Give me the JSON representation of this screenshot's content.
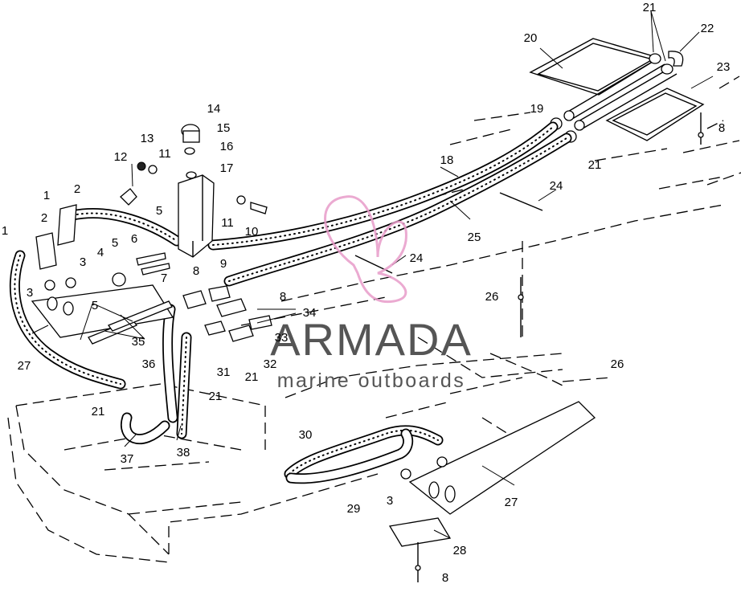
{
  "watermark": {
    "brand": "ARMADA",
    "tagline": "marine outboards",
    "brand_color": "#555555",
    "logo_color": "#e79bc9"
  },
  "callouts": [
    {
      "id": "c21a",
      "text": "21"
    },
    {
      "id": "c22",
      "text": "22"
    },
    {
      "id": "c20",
      "text": "20"
    },
    {
      "id": "c23",
      "text": "23"
    },
    {
      "id": "c19",
      "text": "19"
    },
    {
      "id": "c8a",
      "text": "8"
    },
    {
      "id": "c21b",
      "text": "21"
    },
    {
      "id": "c14",
      "text": "14"
    },
    {
      "id": "c15",
      "text": "15"
    },
    {
      "id": "c16",
      "text": "16"
    },
    {
      "id": "c13",
      "text": "13"
    },
    {
      "id": "c11a",
      "text": "11"
    },
    {
      "id": "c17",
      "text": "17"
    },
    {
      "id": "c12",
      "text": "12"
    },
    {
      "id": "c18",
      "text": "18"
    },
    {
      "id": "c24a",
      "text": "24"
    },
    {
      "id": "c1a",
      "text": "1"
    },
    {
      "id": "c2a",
      "text": "2"
    },
    {
      "id": "c11b",
      "text": "11"
    },
    {
      "id": "c10",
      "text": "10"
    },
    {
      "id": "c2b",
      "text": "2"
    },
    {
      "id": "c1b",
      "text": "1"
    },
    {
      "id": "c5a",
      "text": "5"
    },
    {
      "id": "c3a",
      "text": "3"
    },
    {
      "id": "c5b",
      "text": "5"
    },
    {
      "id": "c6",
      "text": "6"
    },
    {
      "id": "c25",
      "text": "25"
    },
    {
      "id": "c4",
      "text": "4"
    },
    {
      "id": "c24b",
      "text": "24"
    },
    {
      "id": "c9",
      "text": "9"
    },
    {
      "id": "c8b",
      "text": "8"
    },
    {
      "id": "c7",
      "text": "7"
    },
    {
      "id": "c3b",
      "text": "3"
    },
    {
      "id": "c8c",
      "text": "8"
    },
    {
      "id": "c26a",
      "text": "26"
    },
    {
      "id": "c5c",
      "text": "5"
    },
    {
      "id": "c34",
      "text": "34"
    },
    {
      "id": "c35",
      "text": "35"
    },
    {
      "id": "c33",
      "text": "33"
    },
    {
      "id": "c27a",
      "text": "27"
    },
    {
      "id": "c36",
      "text": "36"
    },
    {
      "id": "c32",
      "text": "32"
    },
    {
      "id": "c31",
      "text": "31"
    },
    {
      "id": "c21c",
      "text": "21"
    },
    {
      "id": "c26b",
      "text": "26"
    },
    {
      "id": "c21d",
      "text": "21"
    },
    {
      "id": "c21e",
      "text": "21"
    },
    {
      "id": "c30",
      "text": "30"
    },
    {
      "id": "c37",
      "text": "37"
    },
    {
      "id": "c38",
      "text": "38"
    },
    {
      "id": "c3c",
      "text": "3"
    },
    {
      "id": "c27b",
      "text": "27"
    },
    {
      "id": "c29",
      "text": "29"
    },
    {
      "id": "c28",
      "text": "28"
    },
    {
      "id": "c8d",
      "text": "8"
    }
  ]
}
